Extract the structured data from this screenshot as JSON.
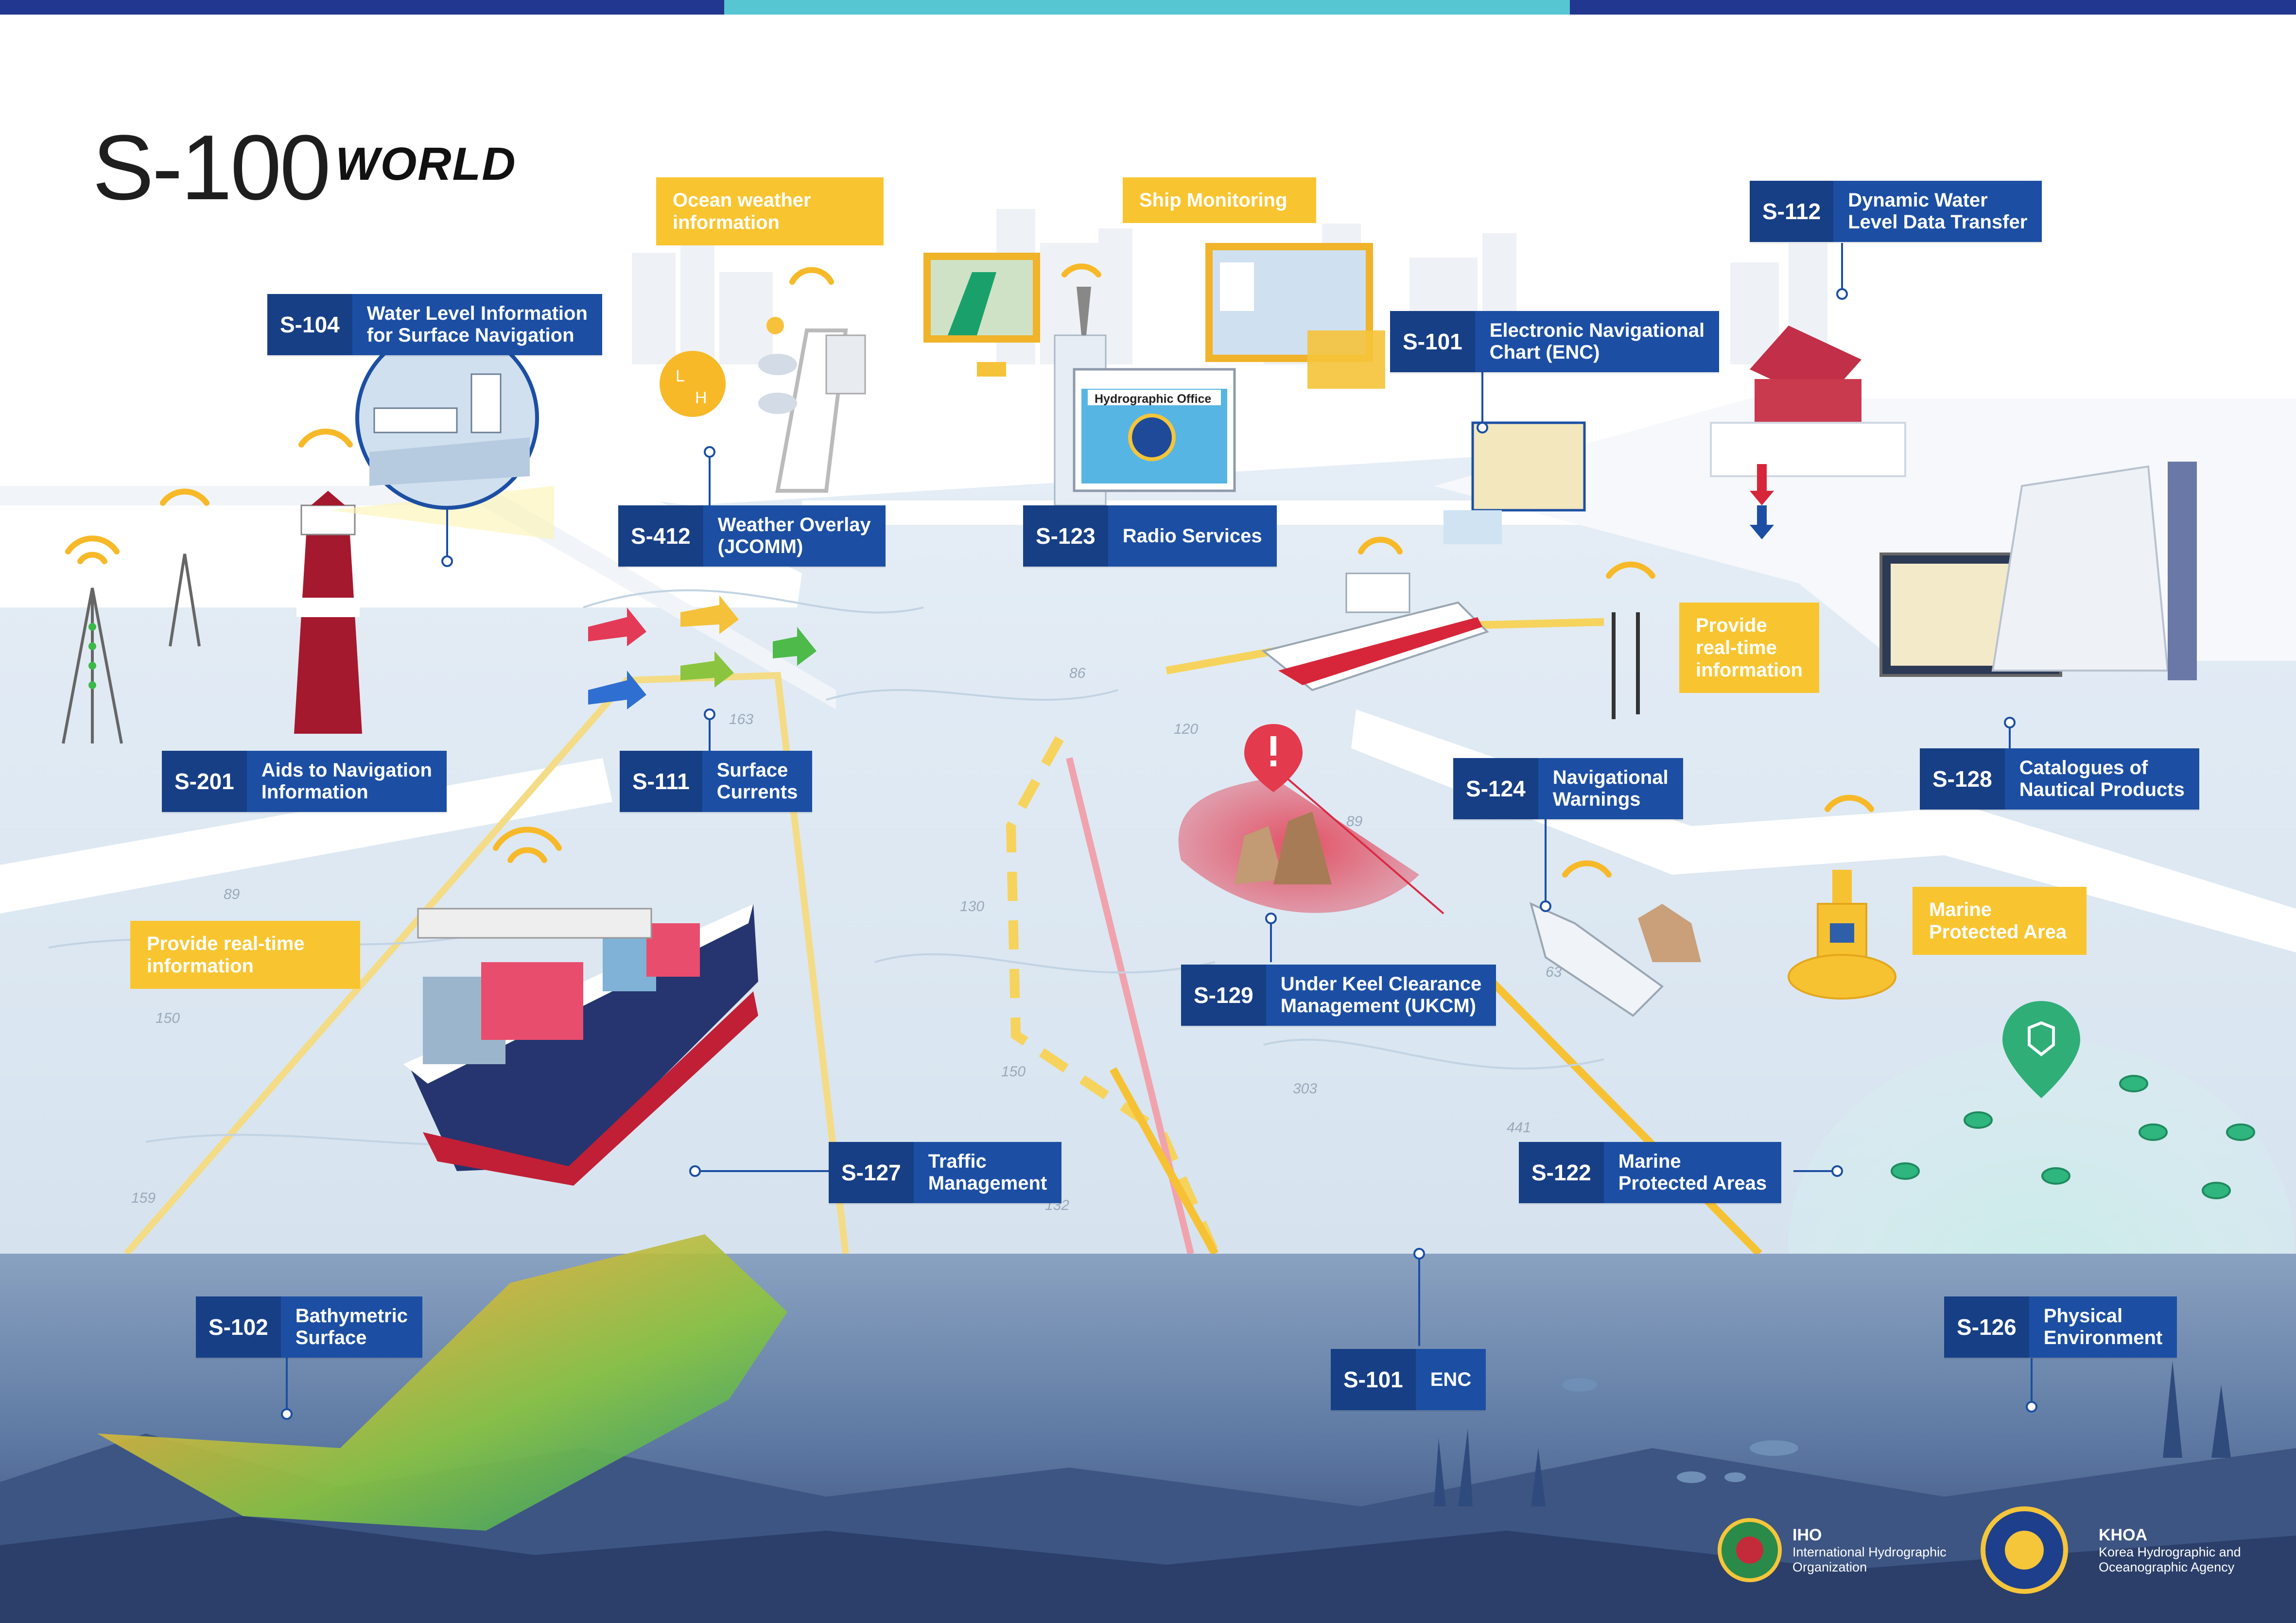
{
  "header": {
    "title_main": "S-100",
    "title_sub": "WORLD"
  },
  "colors": {
    "label_blue": "#1c4fa3",
    "label_code_blue": "#173f86",
    "callout_yellow": "#f8c531",
    "sea_surface": "#dde9f3",
    "underwater": "#5d7aa2",
    "top_bar_navy": "#22378f",
    "top_bar_cyan": "#56c6d3"
  },
  "labels": [
    {
      "id": "s104",
      "code": "S-104",
      "name": "Water Level Information\nfor Surface Navigation"
    },
    {
      "id": "s412",
      "code": "S-412",
      "name": "Weather Overlay\n(JCOMM)"
    },
    {
      "id": "s123",
      "code": "S-123",
      "name": "Radio Services"
    },
    {
      "id": "s101a",
      "code": "S-101",
      "name": "Electronic Navigational\nChart (ENC)"
    },
    {
      "id": "s112",
      "code": "S-112",
      "name": "Dynamic Water\nLevel Data Transfer"
    },
    {
      "id": "s201",
      "code": "S-201",
      "name": "Aids to Navigation\nInformation"
    },
    {
      "id": "s111",
      "code": "S-111",
      "name": "Surface\nCurrents"
    },
    {
      "id": "s124",
      "code": "S-124",
      "name": "Navigational\nWarnings"
    },
    {
      "id": "s128",
      "code": "S-128",
      "name": "Catalogues of\nNautical Products"
    },
    {
      "id": "s129",
      "code": "S-129",
      "name": "Under Keel Clearance\nManagement (UKCM)"
    },
    {
      "id": "s127",
      "code": "S-127",
      "name": "Traffic\nManagement"
    },
    {
      "id": "s122",
      "code": "S-122",
      "name": "Marine\nProtected Areas"
    },
    {
      "id": "s102",
      "code": "S-102",
      "name": "Bathymetric\nSurface"
    },
    {
      "id": "s101b",
      "code": "S-101",
      "name": "ENC"
    },
    {
      "id": "s126",
      "code": "S-126",
      "name": "Physical\nEnvironment"
    }
  ],
  "callouts": [
    {
      "id": "ocean",
      "text": "Ocean weather\ninformation"
    },
    {
      "id": "shipmon",
      "text": "Ship Monitoring"
    },
    {
      "id": "realtime_right",
      "text": "Provide\nreal-time\ninformation"
    },
    {
      "id": "realtime_left",
      "text": "Provide real-time\ninformation"
    },
    {
      "id": "mpa",
      "text": "Marine\nProtected Area"
    }
  ],
  "building_sign": "Hydrographic Office",
  "weather_icon_letters": [
    "L",
    "H"
  ],
  "depth_soundings": [
    "163",
    "86",
    "120",
    "89",
    "130",
    "89",
    "150",
    "150",
    "132",
    "303",
    "441",
    "63",
    "159"
  ],
  "organizations": [
    {
      "abbr": "IHO",
      "full": "International Hydrographic\nOrganization"
    },
    {
      "abbr": "KHOA",
      "full": "Korea Hydrographic and\nOceanographic Agency"
    }
  ],
  "icons": [
    "wifi-icon",
    "lighthouse-icon",
    "radio-mast-icon",
    "container-ship-icon",
    "patrol-boat-icon",
    "weather-station-icon",
    "hydrographic-office-building-icon",
    "tide-station-building-icon",
    "buoy-icon",
    "rocks-icon",
    "warning-pin-icon",
    "marine-protected-pin-icon",
    "current-arrow-icon",
    "shipwreck-icon",
    "ecdis-console-icon",
    "fish-icon",
    "coral-icon",
    "iho-emblem",
    "khoa-emblem"
  ]
}
